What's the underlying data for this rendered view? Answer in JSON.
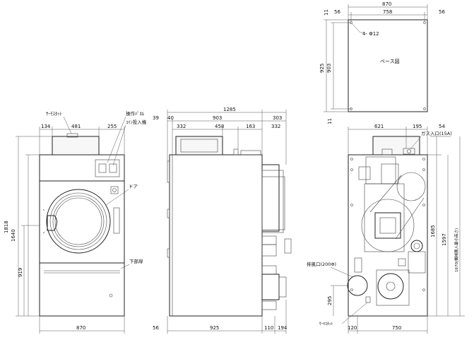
{
  "base_view": {
    "width_total": "870",
    "left_margin": "56",
    "inner_width": "758",
    "right_margin": "56",
    "top_offset": "11",
    "depth_total": "925",
    "inner_depth": "903",
    "bottom_offset": "11",
    "hole_label": "4- Φ12",
    "title": "ベース図"
  },
  "front_view": {
    "thermostat_label": "ｻｰﾓｽﾀｯﾄ",
    "control_panel_label": "操作ﾊﾟﾈﾙ",
    "coin_label": "ｺｲﾝ投入機",
    "door_label": "ドア",
    "lower_door_label": "下部扉",
    "dim_134": "134",
    "dim_481": "481",
    "dim_255": "255",
    "dim_1818": "1818",
    "dim_1640": "1640",
    "dim_919": "919",
    "dim_870": "870"
  },
  "side_view": {
    "dim_1285": "1285",
    "dim_39": "39",
    "dim_40": "40",
    "dim_903": "903",
    "dim_303": "303",
    "dim_332a": "332",
    "dim_458": "458",
    "dim_163": "163",
    "dim_332b": "332",
    "dim_56": "56",
    "dim_925": "925",
    "dim_110": "110",
    "dim_194": "194"
  },
  "rear_view": {
    "dim_621": "621",
    "dim_195": "195",
    "dim_54": "54",
    "gas_label": "ガス入口(15A)",
    "exhaust_label": "排風口(200Φ)",
    "thermostat_label": "ｻｰﾓｽﾀｯﾄ",
    "dim_295": "295",
    "dim_120": "120",
    "dim_750": "750",
    "dim_1685": "1685",
    "dim_1597": "1597",
    "dim_1670": "1670(機械搬入最小高さ)"
  }
}
